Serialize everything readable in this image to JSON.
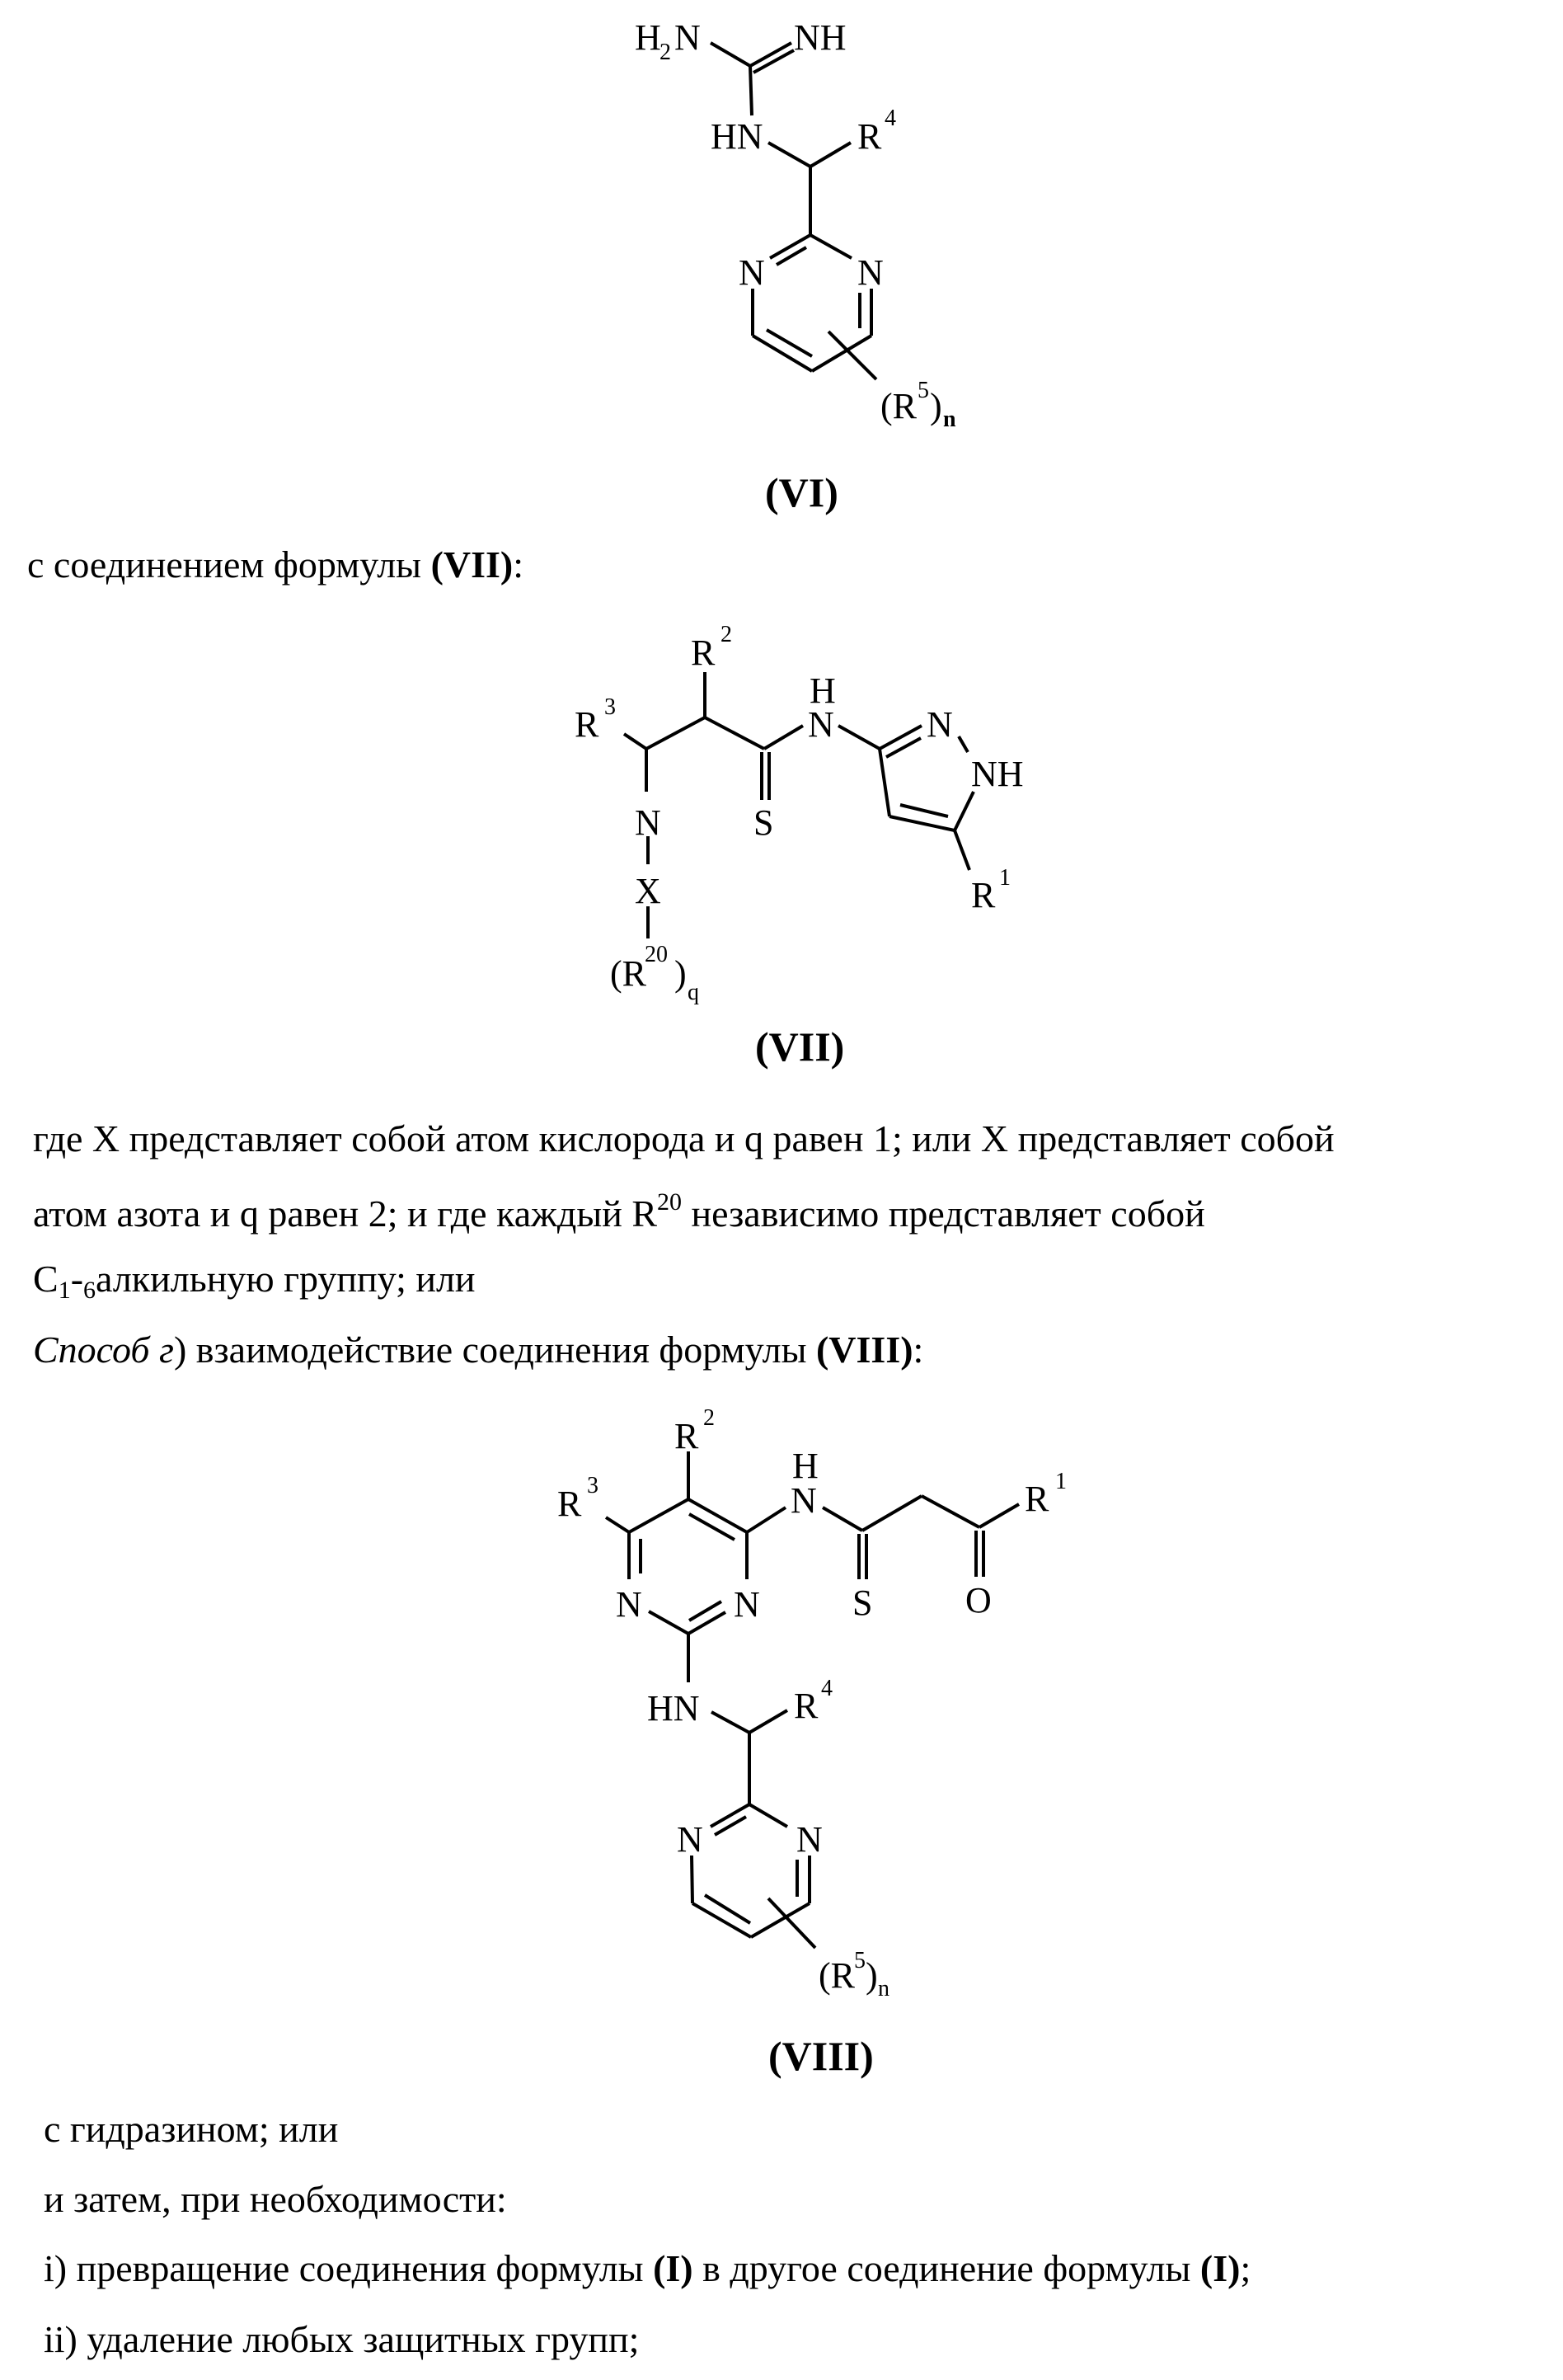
{
  "formula_vi": {
    "label": "(VI)",
    "atoms": {
      "h2n_h": "H",
      "h2n_sub": "2",
      "h2n_n": "N",
      "nh": "NH",
      "hn": "HN",
      "r4": "R",
      "r4_sup": "4",
      "n_left": "N",
      "n_right": "N",
      "r5_open": "(R",
      "r5_sup": "5",
      "r5_close": ")",
      "r5_sub": "n"
    }
  },
  "text_vii_intro": {
    "prefix": "с соединением формулы ",
    "ref": "(VII)",
    "suffix": ":"
  },
  "formula_vii": {
    "label": "(VII)",
    "atoms": {
      "r2": "R",
      "r2_sup": "2",
      "r3": "R",
      "r3_sup": "3",
      "nh_h": "H",
      "nh_n": "N",
      "s": "S",
      "pz_n2": "N",
      "pz_nh": "NH",
      "r1": "R",
      "r1_sup": "1",
      "n": "N",
      "x": "X",
      "r20_open": "(R",
      "r20_sup": "20",
      "r20_close": ")",
      "r20_sub": "q"
    }
  },
  "definition": {
    "line1": "где X представляет собой атом кислорода и q равен 1; или X представляет собой",
    "line2_prefix": "атом азота и q равен 2; и где каждый R",
    "line2_sup": "20",
    "line2_suffix": " независимо представляет собой",
    "line3_c": "C",
    "line3_sub1": "1",
    "line3_dash": "-",
    "line3_sub2": "6",
    "line3_rest": "алкильную группу; или"
  },
  "method_g": {
    "italic": "Способ г",
    "text": ") взаимодействие соединения формулы ",
    "ref": "(VIII)",
    "suffix": ":"
  },
  "formula_viii": {
    "label": "(VIII)",
    "atoms": {
      "r2": "R",
      "r2_sup": "2",
      "r3": "R",
      "r3_sup": "3",
      "nh_h": "H",
      "nh_n": "N",
      "n_left": "N",
      "n_right": "N",
      "s": "S",
      "o": "O",
      "r1": "R",
      "r1_sup": "1",
      "hn": "HN",
      "r4": "R",
      "r4_sup": "4",
      "pyr_n_left": "N",
      "pyr_n_right": "N",
      "r5_open": "(R",
      "r5_sup": "5",
      "r5_close": ")",
      "r5_sub": "n"
    }
  },
  "closing": {
    "line1": "с гидразином; или",
    "line2": "и затем, при необходимости:",
    "step_i_prefix": "i) превращение соединения формулы ",
    "step_i_ref1": "(I)",
    "step_i_mid": " в другое соединение формулы ",
    "step_i_ref2": "(I)",
    "step_i_suffix": ";",
    "step_ii": "ii) удаление любых защитных групп;"
  }
}
